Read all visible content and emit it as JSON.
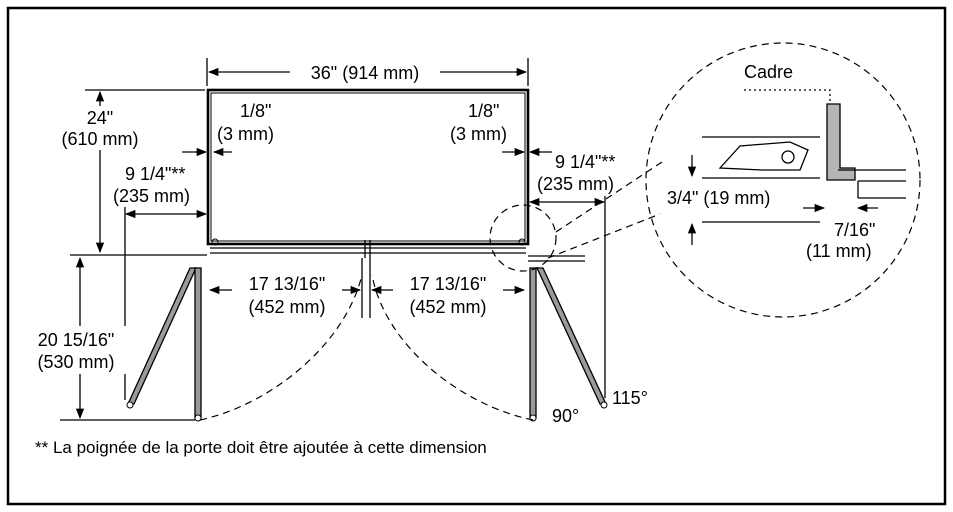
{
  "dimensions": {
    "overall_width": "36\" (914 mm)",
    "depth_in": "24\"",
    "depth_mm": "(610 mm)",
    "gap_in": "1/8\"",
    "gap_mm": "(3 mm)",
    "side_clear_in": "9 1/4\"**",
    "side_clear_mm": "(235 mm)",
    "door_width_in": "17 13/16\"",
    "door_width_mm": "(452 mm)",
    "door_swing_in": "20 15/16\"",
    "door_swing_mm": "(530 mm)",
    "angle_90": "90°",
    "angle_115": "115°"
  },
  "detail": {
    "frame_label": "Cadre",
    "thickness": "3/4\" (19 mm)",
    "offset_in": "7/16\"",
    "offset_mm": "(11 mm)"
  },
  "footnote": "** La poignée de la porte doit être ajoutée à cette dimension",
  "colors": {
    "door_fill": "#9a9a9a",
    "frame_fill": "#b5b5b5",
    "line": "#000000"
  }
}
